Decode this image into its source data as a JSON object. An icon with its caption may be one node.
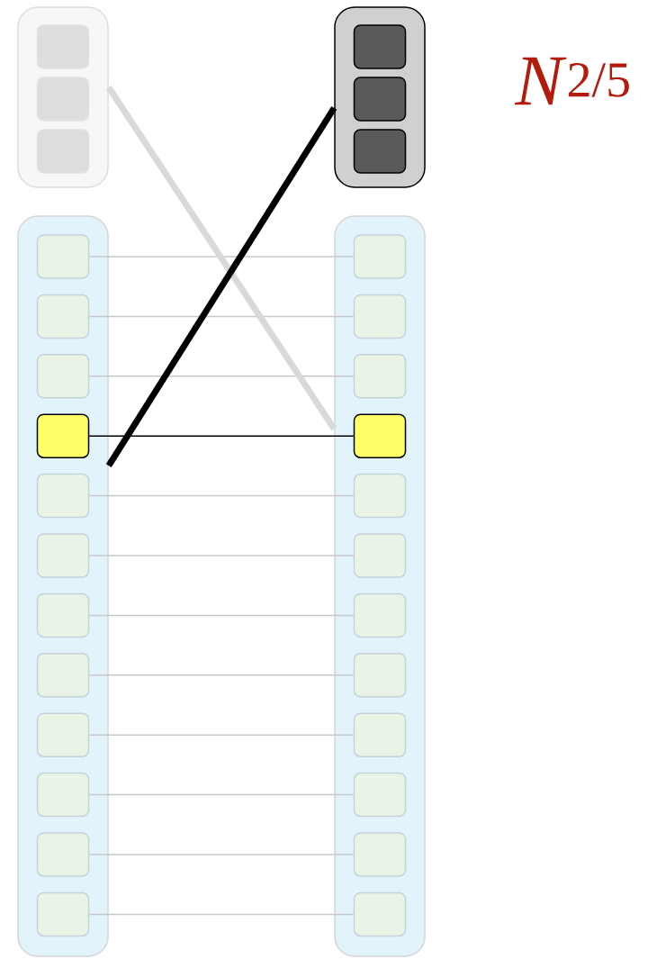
{
  "diagram": {
    "nodes": [
      {
        "text": [],
        "shape": "box"
      },
      {
        "text": [],
        "shape": "box",
        "in": 0
      },
      {
        "text": [],
        "shape": "box",
        "in": 0
      },
      {
        "text": [],
        "shape": "box",
        "in": 0
      },
      {
        "text": [],
        "shape": "box"
      },
      {
        "text": [],
        "shape": "box",
        "in": 4
      },
      {
        "text": [],
        "shape": "box",
        "in": 4
      },
      {
        "text": [],
        "shape": "box",
        "in": 4
      },
      {
        "text": [],
        "shape": "box"
      },
      {
        "text": [],
        "shape": "box",
        "in": 8
      },
      {
        "text": [],
        "shape": "box",
        "in": 8
      },
      {
        "text": [],
        "shape": "box",
        "in": 8
      },
      {
        "text": [],
        "shape": "box",
        "in": 8
      },
      {
        "text": [],
        "shape": "box",
        "in": 8
      },
      {
        "text": [],
        "shape": "box",
        "in": 8
      },
      {
        "text": [],
        "shape": "box",
        "in": 8
      },
      {
        "text": [],
        "shape": "box",
        "in": 8
      },
      {
        "text": [],
        "shape": "box",
        "in": 8
      },
      {
        "text": [],
        "shape": "box",
        "in": 8
      },
      {
        "text": [],
        "shape": "box",
        "in": 8
      },
      {
        "text": [],
        "shape": "box",
        "in": 8
      },
      {
        "text": [],
        "shape": "box"
      },
      {
        "text": [],
        "shape": "box",
        "in": 21
      },
      {
        "text": [],
        "shape": "box",
        "in": 21
      },
      {
        "text": [],
        "shape": "box",
        "in": 21
      },
      {
        "text": [],
        "shape": "box",
        "in": 21
      },
      {
        "text": [],
        "shape": "box",
        "in": 21
      },
      {
        "text": [],
        "shape": "box",
        "in": 21
      },
      {
        "text": [],
        "shape": "box",
        "in": 21
      },
      {
        "text": [],
        "shape": "box",
        "in": 21
      },
      {
        "text": [],
        "shape": "box",
        "in": 21
      },
      {
        "text": [],
        "shape": "box",
        "in": 21
      },
      {
        "text": [],
        "shape": "box",
        "in": 21
      },
      {
        "text": [],
        "shape": "box",
        "in": 21
      }
    ],
    "edges": [
      {
        "from": 9,
        "to": 22,
        "arrow": "none"
      },
      {
        "from": 10,
        "to": 23,
        "arrow": "none"
      },
      {
        "from": 11,
        "to": 24,
        "arrow": "none"
      },
      {
        "from": 12,
        "to": 25,
        "arrow": "none",
        "color": "#000000"
      },
      {
        "from": 13,
        "to": 26,
        "arrow": "none"
      },
      {
        "from": 14,
        "to": 27,
        "arrow": "none"
      },
      {
        "from": 15,
        "to": 28,
        "arrow": "none"
      },
      {
        "from": 16,
        "to": 29,
        "arrow": "none"
      },
      {
        "from": 17,
        "to": 30,
        "arrow": "none"
      },
      {
        "from": 18,
        "to": 31,
        "arrow": "none"
      },
      {
        "from": 19,
        "to": 32,
        "arrow": "none"
      },
      {
        "from": 20,
        "to": 33,
        "arrow": "none"
      },
      {
        "from": 0,
        "to": 21,
        "arrow": "none",
        "style": "thick",
        "color": "#d9d9d9"
      },
      {
        "from": 4,
        "to": 8,
        "arrow": "none",
        "style": "thick",
        "color": "#000000"
      }
    ],
    "labels": [
      "*N*$^{2/5}$"
    ]
  }
}
